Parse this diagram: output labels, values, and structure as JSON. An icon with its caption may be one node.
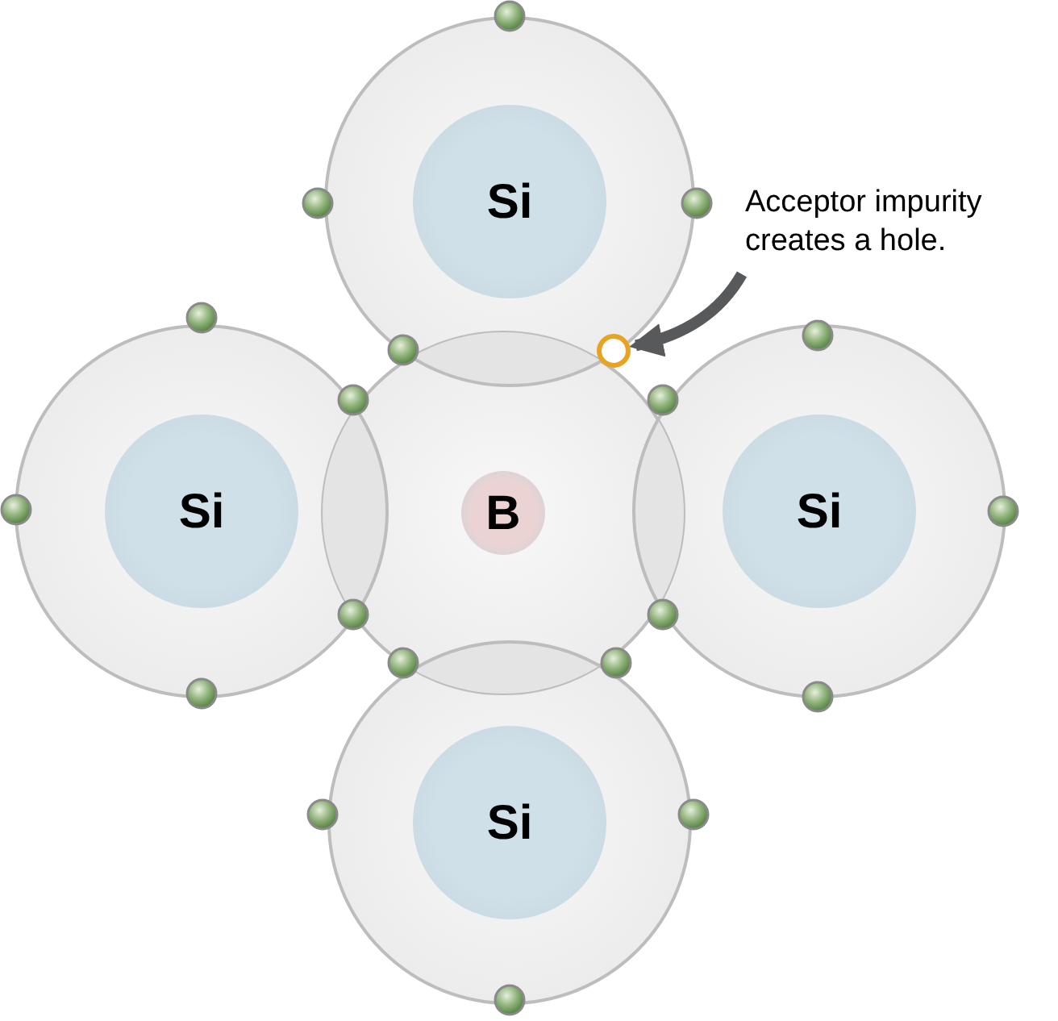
{
  "diagram": {
    "nodes": [
      {
        "text": [
          "Si"
        ]
      },
      {
        "text": [
          "Acceptor impurity creates a hole."
        ]
      },
      {
        "text": [
          "Si"
        ]
      },
      {
        "text": [
          "B"
        ]
      },
      {
        "text": [
          "Si"
        ]
      },
      {
        "text": [
          "Si"
        ]
      },
      {
        "text": [],
        "shape": "circle"
      }
    ],
    "edges": [
      {
        "from": 1,
        "to": 6,
        "arrow": "to"
      }
    ]
  }
}
